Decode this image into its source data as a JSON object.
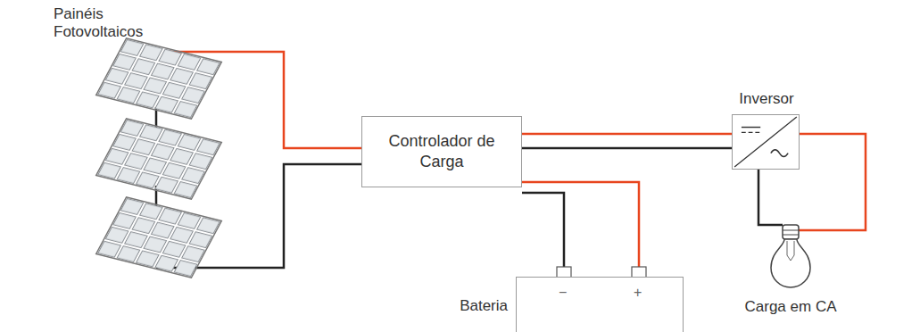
{
  "diagram": {
    "nodes": [
      {
        "text": [
          "Painéis Fotovoltaicos"
        ]
      },
      {
        "text": [
          "Controlador de Carga"
        ]
      },
      {
        "text": [
          "Inversor"
        ]
      },
      {
        "text": [
          "Bateria"
        ]
      },
      {
        "text": [
          "Carga em CA"
        ]
      }
    ],
    "edges": [
      {
        "from": 0,
        "to": 1,
        "arrow": "none"
      },
      {
        "from": 1,
        "to": 2,
        "arrow": "none"
      },
      {
        "from": 1,
        "to": 3,
        "arrow": "none"
      },
      {
        "from": 2,
        "to": 4,
        "arrow": "none"
      }
    ],
    "labels": [
      "−",
      "+"
    ]
  }
}
